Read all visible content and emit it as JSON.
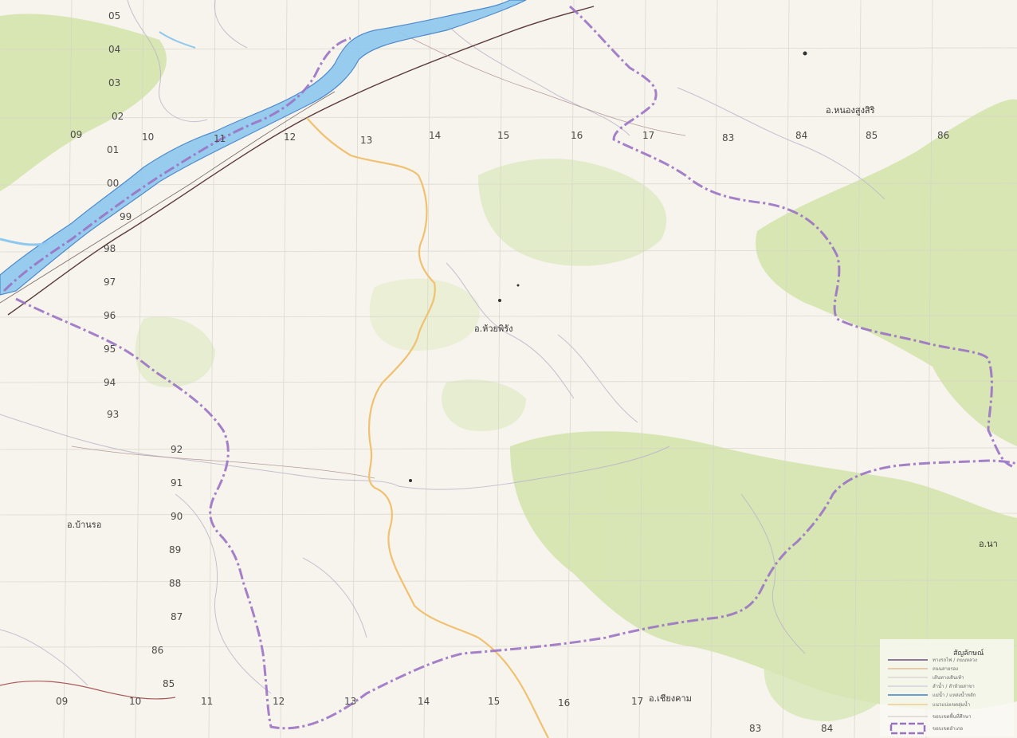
{
  "map": {
    "grid_labels_top": [
      "09",
      "10",
      "11",
      "12",
      "13",
      "14",
      "15",
      "16",
      "17",
      "83",
      "84",
      "85",
      "86"
    ],
    "grid_labels_left_top": [
      "05",
      "04",
      "03",
      "02",
      "01",
      "00",
      "99",
      "98",
      "97",
      "96",
      "95",
      "94",
      "93",
      "92",
      "91",
      "90",
      "89",
      "88",
      "87",
      "86",
      "85"
    ],
    "grid_labels_bottom": [
      "09",
      "10",
      "11",
      "12",
      "13",
      "14",
      "15",
      "16",
      "17",
      "83",
      "84"
    ],
    "places": {
      "main_district": "อ.ห้วยพิรัง",
      "northeast_district": "อ.หนองสูงสิริ",
      "west_district": "อ.บ้านรอ",
      "south_district": "อ.เชียงคาม",
      "east_edge": "อ.นา"
    },
    "legend": {
      "title": "สัญลักษณ์",
      "items": [
        {
          "label": "ทางรถไฟ / ถนนหลวง",
          "color": "#6a4e7a",
          "style": "solid"
        },
        {
          "label": "ถนนสายรอง",
          "color": "#d8a070",
          "style": "solid"
        },
        {
          "label": "เส้นทางเดินเท้า",
          "color": "#cfc6c6",
          "style": "solid"
        },
        {
          "label": "ลำน้ำ / ลำห้วยสาขา",
          "color": "#c8bedb",
          "style": "solid"
        },
        {
          "label": "แม่น้ำ / แหล่งน้ำหลัก",
          "color": "#3f7fc7",
          "style": "solid"
        },
        {
          "label": "แนวแบ่งเขตลุ่มน้ำ",
          "color": "#e9c87a",
          "style": "solid"
        },
        {
          "label": "ขอบเขตพื้นที่ศึกษา",
          "color": "#c9c2c2",
          "style": "solid"
        },
        {
          "label": "ขอบเขตอำเภอ",
          "color": "#9a73c0",
          "style": "dashed"
        }
      ]
    },
    "colors": {
      "river": "#8ec8ef",
      "river_edge": "#3f7fc7",
      "forest": "#cde2a2",
      "boundary": "#9b73c4",
      "watershed": "#f0c170",
      "road": "#5b3a3a"
    }
  }
}
